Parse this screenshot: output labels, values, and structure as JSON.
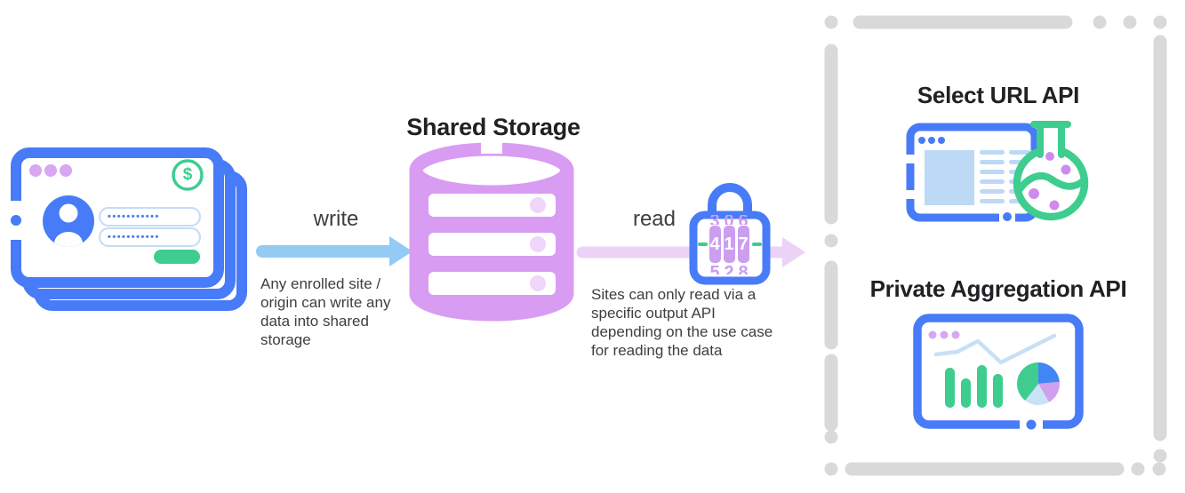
{
  "shared_storage": {
    "title": "Shared Storage"
  },
  "write_flow": {
    "label": "write",
    "description": "Any enrolled site / origin can write any data into shared storage"
  },
  "read_flow": {
    "label": "read",
    "description": "Sites can only read via a specific output API depending on the use case for reading the data"
  },
  "login_window": {
    "currency_symbol": "$",
    "username_value": "•••••••••••",
    "password_value": "•••••••••••"
  },
  "lock": {
    "code": "417",
    "digits": [
      "4",
      "1",
      "7"
    ],
    "digits_above": [
      "3",
      "0",
      "6"
    ],
    "digits_below": [
      "5",
      "2",
      "8"
    ]
  },
  "apis": {
    "select_url": {
      "title": "Select URL API"
    },
    "private_aggregation": {
      "title": "Private Aggregation API"
    }
  },
  "icons": {
    "left": "browser-stack-icon",
    "center": "database-icon",
    "gate": "combination-lock-icon",
    "select_url": "browser-flask-icon",
    "private_aggregation": "dashboard-chart-icon"
  },
  "colors": {
    "blue": "#477BF7",
    "arrow_blue": "#93CBF5",
    "light_blue_fill": "#BCD9F6",
    "purple": "#D89CF2",
    "light_purple": "#EFD6FB",
    "pink_arrow": "#EDD2F7",
    "green": "#3ECD8F",
    "wheel_purple": "#CC9EF0",
    "dash_gray": "#D9D9D9",
    "title_text": "#202124",
    "body_text": "#3C4043"
  }
}
